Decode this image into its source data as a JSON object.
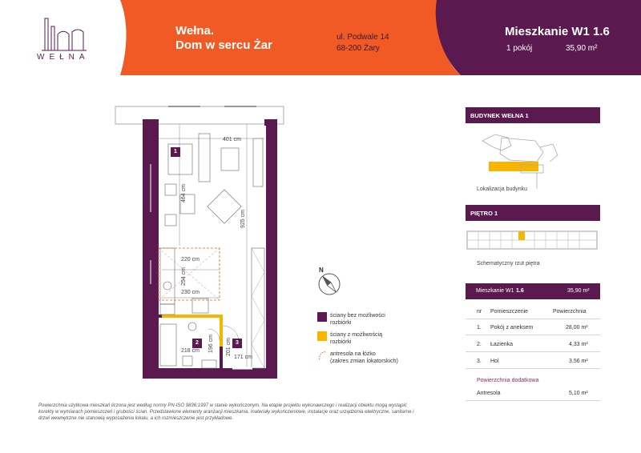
{
  "colors": {
    "purple": "#5b1a4f",
    "orange": "#f15a24",
    "yellow": "#f7b500",
    "dark_text": "#2a2a2a"
  },
  "brand": {
    "logo_word": "WEŁNA",
    "logo_icon": "building-outline-logo"
  },
  "header": {
    "title_line1": "Wełna.",
    "title_line2": "Dom w sercu Żar",
    "address_line1": "ul. Podwale 14",
    "address_line2": "68-200 Żary",
    "apartment_title": "Mieszkanie W1 1.6",
    "apartment_rooms": "1 pokój",
    "apartment_area": "35,90 m²"
  },
  "plan": {
    "room_badges": [
      "1",
      "2",
      "3"
    ],
    "dimensions": {
      "width_401": "401 cm",
      "height_925": "925 cm",
      "dim_464": "464 cm",
      "dim_220": "220 cm",
      "dim_254": "254 cm",
      "dim_230": "230 cm",
      "dim_218": "218 cm",
      "dim_196": "196 cm",
      "dim_201": "201 cm",
      "dim_171": "171 cm"
    },
    "compass_letter": "N"
  },
  "legend": [
    {
      "color": "#5b1a4f",
      "text_line1": "ściany bez możliwości",
      "text_line2": "rozbiórki"
    },
    {
      "color": "#f7b500",
      "text_line1": "ściany z  możliwością",
      "text_line2": "rozbiórki"
    },
    {
      "color": "#f15a24",
      "text_line1": "antresola na łóżko",
      "text_line2": "(zakres zmian lokatorskich)"
    }
  ],
  "sidebar": {
    "building_title": "BUDYNEK WEŁNA 1",
    "building_caption": "Lokalizacja budynku",
    "floor_title": "PIĘTRO 1",
    "floor_caption": "Schematyczny rzut piętra"
  },
  "table": {
    "apt_label_prefix": "Mieszkanie W1",
    "apt_label_number": "1.6",
    "apt_area": "35,90 m²",
    "columns": [
      "nr",
      "Pomieszczenie",
      "Powierzchnia"
    ],
    "rows": [
      {
        "nr": "1.",
        "name": "Pokój z aneksem",
        "area": "28,00 m²"
      },
      {
        "nr": "2.",
        "name": "Łazienka",
        "area": "4,33 m²"
      },
      {
        "nr": "3.",
        "name": "Hol",
        "area": "3,56 m²"
      }
    ],
    "extra_title": "Powierzchnia dodatkowa",
    "extra_row": {
      "name": "Antresola",
      "area": "5,10 m²"
    }
  },
  "footnote": "Powierzchnia użytkowa mieszkań liczona jest według normy PN-ISO 9836:1997 w stanie wykończonym. Na etapie projektu wykonawczego i realizacji obiektu mogą wystąpić korekty w wymiarach pomieszczeń i grubości ścian. Przedstawione elementy aranżacji mieszkania, materiały wykończeniowe, instalacje oraz urządzenia elektryczne, sanitarne i drzwi wewnętrzne nie stanowią wyposażenia lokalu, a ich rozmieszczenie jest przykładowe."
}
